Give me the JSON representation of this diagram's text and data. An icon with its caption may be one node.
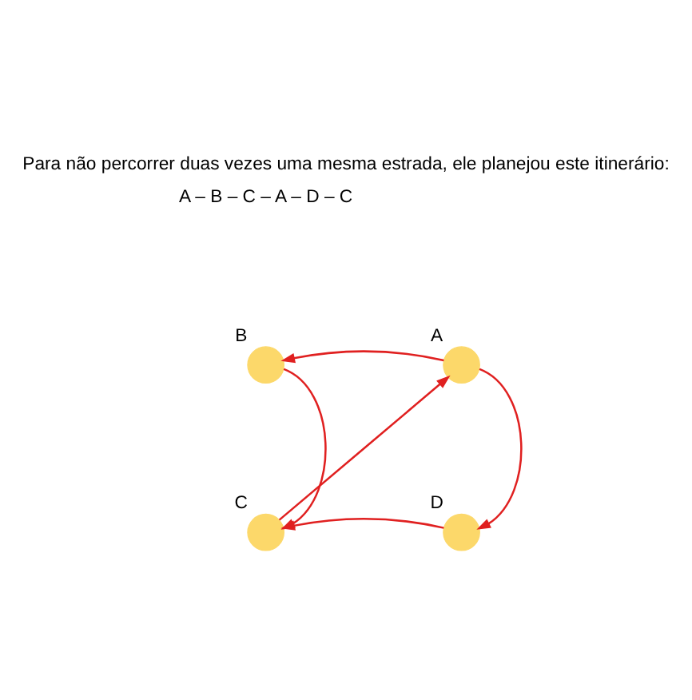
{
  "diagram": {
    "title": "Para não percorrer duas vezes uma mesma estrada, ele planejou este itinerário:",
    "nodes": [
      {
        "text": [],
        "shape": "circle",
        "beside": [
          "B"
        ]
      },
      {
        "text": [],
        "shape": "circle",
        "beside": [
          "A"
        ]
      },
      {
        "text": [],
        "shape": "circle",
        "beside": [
          "C"
        ]
      },
      {
        "text": [],
        "shape": "circle",
        "beside": [
          "D"
        ]
      }
    ],
    "edges": [
      {
        "from": 1,
        "to": 0,
        "arrow": "to"
      },
      {
        "from": 0,
        "to": 2,
        "arrow": "to"
      },
      {
        "from": 2,
        "to": 1,
        "arrow": "to"
      },
      {
        "from": 1,
        "to": 3,
        "arrow": "to"
      },
      {
        "from": 3,
        "to": 2,
        "arrow": "to"
      }
    ],
    "labels": [
      "A – B – C – A – D – C"
    ]
  }
}
